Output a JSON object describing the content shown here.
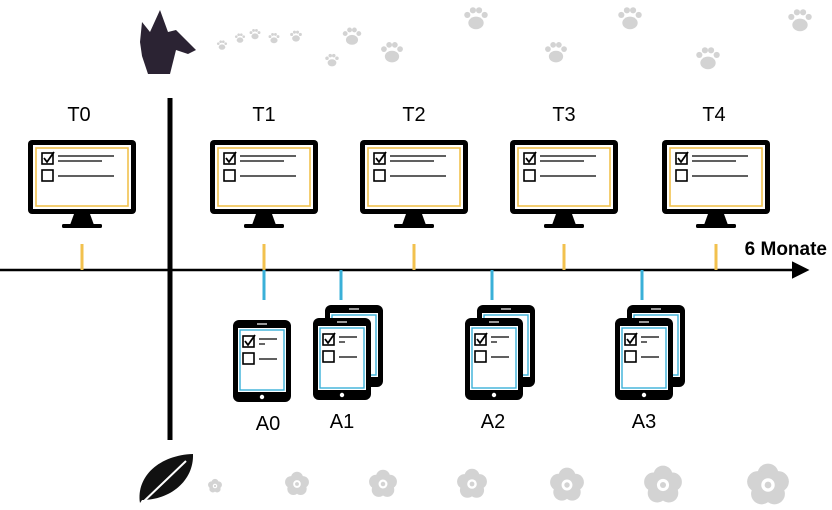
{
  "diagram": {
    "survey_points": [
      {
        "label": "T0"
      },
      {
        "label": "T1"
      },
      {
        "label": "T2"
      },
      {
        "label": "T3"
      },
      {
        "label": "T4"
      }
    ],
    "app_points": [
      {
        "label": "A0",
        "devices": 1
      },
      {
        "label": "A1",
        "devices": 2
      },
      {
        "label": "A2",
        "devices": 2
      },
      {
        "label": "A3",
        "devices": 2
      }
    ],
    "duration_label": "6 Monate",
    "icons": {
      "top": "dog-head-icon",
      "bottom": "leaf-icon",
      "top_trail": "paw-print-icon",
      "bottom_trail": "flower-icon"
    },
    "colors": {
      "survey_tick": "#f2c14e",
      "app_tick": "#3ab0d8",
      "monitor_frame": "#f2c14e",
      "tablet_frame": "#3ab0d8",
      "trail_icon": "#d3d3d3",
      "line": "#000000"
    }
  }
}
